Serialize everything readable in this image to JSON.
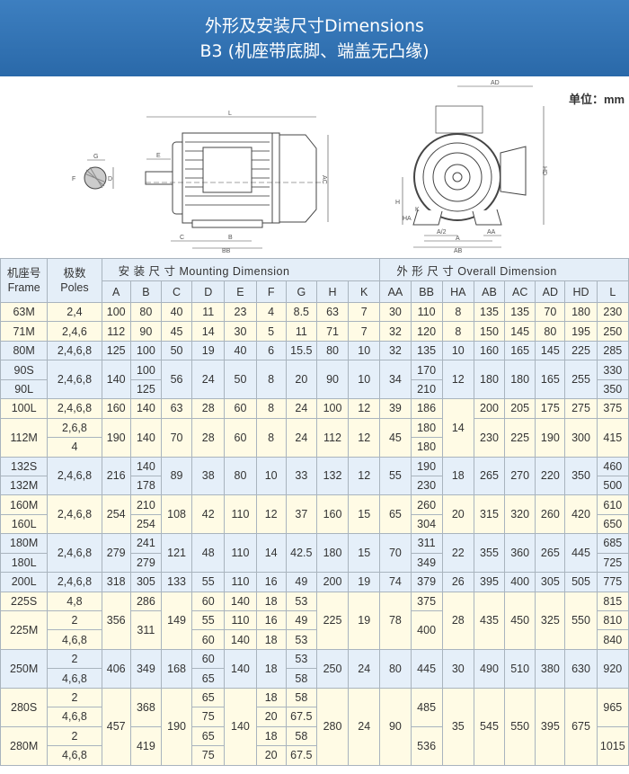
{
  "header": {
    "title_line1": "外形及安装尺寸Dimensions",
    "title_line2": "B3 (机座带底脚、端盖无凸缘)"
  },
  "unit_label": "单位：mm",
  "diagram": {
    "side": {
      "L": "L",
      "E": "E",
      "C": "C",
      "B": "B",
      "BB": "BB",
      "AC": "AC",
      "G": "G",
      "D": "D",
      "F": "F"
    },
    "front": {
      "AD": "AD",
      "HD": "HD",
      "H": "H",
      "HA": "HA",
      "K": "K",
      "A2": "A/2",
      "A": "A",
      "AB": "AB",
      "AA": "AA"
    }
  },
  "table": {
    "frame_cn": "机座号",
    "frame_en": "Frame",
    "poles_cn": "极数",
    "poles_en": "Poles",
    "mounting_label": "安 装 尺 寸 Mounting Dimension",
    "overall_label": "外 形 尺 寸 Overall Dimension",
    "columns": [
      "A",
      "B",
      "C",
      "D",
      "E",
      "F",
      "G",
      "H",
      "K",
      "AA",
      "BB",
      "HA",
      "AB",
      "AC",
      "AD",
      "HD",
      "L"
    ],
    "rows": [
      {
        "band": "y",
        "cells": [
          [
            "63M"
          ],
          [
            "2,4"
          ],
          [
            "100"
          ],
          [
            "80"
          ],
          [
            "40"
          ],
          [
            "11"
          ],
          [
            "23"
          ],
          [
            "4"
          ],
          [
            "8.5"
          ],
          [
            "63"
          ],
          [
            "7"
          ],
          [
            "30"
          ],
          [
            "110"
          ],
          [
            "8"
          ],
          [
            "135"
          ],
          [
            "135"
          ],
          [
            "70"
          ],
          [
            "180"
          ],
          [
            "230"
          ]
        ]
      },
      {
        "band": "y",
        "cells": [
          [
            "71M"
          ],
          [
            "2,4,6"
          ],
          [
            "112"
          ],
          [
            "90"
          ],
          [
            "45"
          ],
          [
            "14"
          ],
          [
            "30"
          ],
          [
            "5"
          ],
          [
            "11"
          ],
          [
            "71"
          ],
          [
            "7"
          ],
          [
            "32"
          ],
          [
            "120"
          ],
          [
            "8"
          ],
          [
            "150"
          ],
          [
            "145"
          ],
          [
            "80"
          ],
          [
            "195"
          ],
          [
            "250"
          ]
        ]
      },
      {
        "band": "b",
        "cells": [
          [
            "80M"
          ],
          [
            "2,4,6,8"
          ],
          [
            "125"
          ],
          [
            "100"
          ],
          [
            "50"
          ],
          [
            "19"
          ],
          [
            "40"
          ],
          [
            "6"
          ],
          [
            "15.5"
          ],
          [
            "80"
          ],
          [
            "10"
          ],
          [
            "32"
          ],
          [
            "135"
          ],
          [
            "10"
          ],
          [
            "160"
          ],
          [
            "165"
          ],
          [
            "145"
          ],
          [
            "225"
          ],
          [
            "285"
          ]
        ]
      },
      {
        "band": "b",
        "cells": [
          [
            "90S"
          ],
          [
            "2,4,6,8",
            2
          ],
          [
            "140",
            2
          ],
          [
            "100"
          ],
          [
            "56",
            2
          ],
          [
            "24",
            2
          ],
          [
            "50",
            2
          ],
          [
            "8",
            2
          ],
          [
            "20",
            2
          ],
          [
            "90",
            2
          ],
          [
            "10",
            2
          ],
          [
            "34",
            2
          ],
          [
            "170"
          ],
          [
            "12",
            2
          ],
          [
            "180",
            2
          ],
          [
            "180",
            2
          ],
          [
            "165",
            2
          ],
          [
            "255",
            2
          ],
          [
            "330"
          ]
        ]
      },
      {
        "band": "b",
        "cells": [
          [
            "90L"
          ],
          [
            "125"
          ],
          [
            "210"
          ],
          [
            "350"
          ]
        ]
      },
      {
        "band": "y",
        "cells": [
          [
            "100L"
          ],
          [
            "2,4,6,8"
          ],
          [
            "160"
          ],
          [
            "140"
          ],
          [
            "63"
          ],
          [
            "28"
          ],
          [
            "60"
          ],
          [
            "8"
          ],
          [
            "24"
          ],
          [
            "100"
          ],
          [
            "12"
          ],
          [
            "39"
          ],
          [
            "186"
          ],
          [
            "14",
            3
          ],
          [
            "200"
          ],
          [
            "205"
          ],
          [
            "175"
          ],
          [
            "275"
          ],
          [
            "375"
          ]
        ]
      },
      {
        "band": "y",
        "cells": [
          [
            "112M",
            2
          ],
          [
            "2,6,8"
          ],
          [
            "190",
            2
          ],
          [
            "140",
            2
          ],
          [
            "70",
            2
          ],
          [
            "28",
            2
          ],
          [
            "60",
            2
          ],
          [
            "8",
            2
          ],
          [
            "24",
            2
          ],
          [
            "112",
            2
          ],
          [
            "12",
            2
          ],
          [
            "45",
            2
          ],
          [
            "180"
          ],
          [
            "230",
            2
          ],
          [
            "225",
            2
          ],
          [
            "190",
            2
          ],
          [
            "300",
            2
          ],
          [
            "415",
            2
          ]
        ]
      },
      {
        "band": "y",
        "cells": [
          [
            "4"
          ],
          [
            "180"
          ]
        ]
      },
      {
        "band": "b",
        "cells": [
          [
            "132S"
          ],
          [
            "2,4,6,8",
            2
          ],
          [
            "216",
            2
          ],
          [
            "140"
          ],
          [
            "89",
            2
          ],
          [
            "38",
            2
          ],
          [
            "80",
            2
          ],
          [
            "10",
            2
          ],
          [
            "33",
            2
          ],
          [
            "132",
            2
          ],
          [
            "12",
            2
          ],
          [
            "55",
            2
          ],
          [
            "190"
          ],
          [
            "18",
            2
          ],
          [
            "265",
            2
          ],
          [
            "270",
            2
          ],
          [
            "220",
            2
          ],
          [
            "350",
            2
          ],
          [
            "460"
          ]
        ]
      },
      {
        "band": "b",
        "cells": [
          [
            "132M"
          ],
          [
            "178"
          ],
          [
            "230"
          ],
          [
            "500"
          ]
        ]
      },
      {
        "band": "y",
        "cells": [
          [
            "160M"
          ],
          [
            "2,4,6,8",
            2
          ],
          [
            "254",
            2
          ],
          [
            "210"
          ],
          [
            "108",
            2
          ],
          [
            "42",
            2
          ],
          [
            "110",
            2
          ],
          [
            "12",
            2
          ],
          [
            "37",
            2
          ],
          [
            "160",
            2
          ],
          [
            "15",
            2
          ],
          [
            "65",
            2
          ],
          [
            "260"
          ],
          [
            "20",
            2
          ],
          [
            "315",
            2
          ],
          [
            "320",
            2
          ],
          [
            "260",
            2
          ],
          [
            "420",
            2
          ],
          [
            "610"
          ]
        ]
      },
      {
        "band": "y",
        "cells": [
          [
            "160L"
          ],
          [
            "254"
          ],
          [
            "304"
          ],
          [
            "650"
          ]
        ]
      },
      {
        "band": "b",
        "cells": [
          [
            "180M"
          ],
          [
            "2,4,6,8",
            2
          ],
          [
            "279",
            2
          ],
          [
            "241"
          ],
          [
            "121",
            2
          ],
          [
            "48",
            2
          ],
          [
            "110",
            2
          ],
          [
            "14",
            2
          ],
          [
            "42.5",
            2
          ],
          [
            "180",
            2
          ],
          [
            "15",
            2
          ],
          [
            "70",
            2
          ],
          [
            "311"
          ],
          [
            "22",
            2
          ],
          [
            "355",
            2
          ],
          [
            "360",
            2
          ],
          [
            "265",
            2
          ],
          [
            "445",
            2
          ],
          [
            "685"
          ]
        ]
      },
      {
        "band": "b",
        "cells": [
          [
            "180L"
          ],
          [
            "279"
          ],
          [
            "349"
          ],
          [
            "725"
          ]
        ]
      },
      {
        "band": "b",
        "cells": [
          [
            "200L"
          ],
          [
            "2,4,6,8"
          ],
          [
            "318"
          ],
          [
            "305"
          ],
          [
            "133"
          ],
          [
            "55"
          ],
          [
            "110"
          ],
          [
            "16"
          ],
          [
            "49"
          ],
          [
            "200"
          ],
          [
            "19"
          ],
          [
            "74"
          ],
          [
            "379"
          ],
          [
            "26"
          ],
          [
            "395"
          ],
          [
            "400"
          ],
          [
            "305"
          ],
          [
            "505"
          ],
          [
            "775"
          ]
        ]
      },
      {
        "band": "y",
        "cells": [
          [
            "225S"
          ],
          [
            "4,8"
          ],
          [
            "356",
            3
          ],
          [
            "286"
          ],
          [
            "149",
            3
          ],
          [
            "60"
          ],
          [
            "140"
          ],
          [
            "18"
          ],
          [
            "53"
          ],
          [
            "225",
            3
          ],
          [
            "19",
            3
          ],
          [
            "78",
            3
          ],
          [
            "375"
          ],
          [
            "28",
            3
          ],
          [
            "435",
            3
          ],
          [
            "450",
            3
          ],
          [
            "325",
            3
          ],
          [
            "550",
            3
          ],
          [
            "815"
          ]
        ]
      },
      {
        "band": "y",
        "cells": [
          [
            "225M",
            2
          ],
          [
            "2"
          ],
          [
            "311",
            2
          ],
          [
            "55"
          ],
          [
            "110"
          ],
          [
            "16"
          ],
          [
            "49"
          ],
          [
            "400",
            2
          ],
          [
            "810"
          ]
        ]
      },
      {
        "band": "y",
        "cells": [
          [
            "4,6,8"
          ],
          [
            "60"
          ],
          [
            "140"
          ],
          [
            "18"
          ],
          [
            "53"
          ],
          [
            "840"
          ]
        ]
      },
      {
        "band": "b",
        "cells": [
          [
            "250M",
            2
          ],
          [
            "2"
          ],
          [
            "406",
            2
          ],
          [
            "349",
            2
          ],
          [
            "168",
            2
          ],
          [
            "60"
          ],
          [
            "140",
            2
          ],
          [
            "18",
            2
          ],
          [
            "53"
          ],
          [
            "250",
            2
          ],
          [
            "24",
            2
          ],
          [
            "80",
            2
          ],
          [
            "445",
            2
          ],
          [
            "30",
            2
          ],
          [
            "490",
            2
          ],
          [
            "510",
            2
          ],
          [
            "380",
            2
          ],
          [
            "630",
            2
          ],
          [
            "920",
            2
          ]
        ]
      },
      {
        "band": "b",
        "cells": [
          [
            "4,6,8"
          ],
          [
            "65"
          ],
          [
            "58"
          ]
        ]
      },
      {
        "band": "y",
        "cells": [
          [
            "280S",
            2
          ],
          [
            "2"
          ],
          [
            "457",
            4
          ],
          [
            "368",
            2
          ],
          [
            "190",
            4
          ],
          [
            "65"
          ],
          [
            "140",
            4
          ],
          [
            "18"
          ],
          [
            "58"
          ],
          [
            "280",
            4
          ],
          [
            "24",
            4
          ],
          [
            "90",
            4
          ],
          [
            "485",
            2
          ],
          [
            "35",
            4
          ],
          [
            "545",
            4
          ],
          [
            "550",
            4
          ],
          [
            "395",
            4
          ],
          [
            "675",
            4
          ],
          [
            "965",
            2
          ]
        ]
      },
      {
        "band": "y",
        "cells": [
          [
            "4,6,8"
          ],
          [
            "75"
          ],
          [
            "20"
          ],
          [
            "67.5"
          ]
        ]
      },
      {
        "band": "y",
        "cells": [
          [
            "280M",
            2
          ],
          [
            "2"
          ],
          [
            "419",
            2
          ],
          [
            "65"
          ],
          [
            "18"
          ],
          [
            "58"
          ],
          [
            "536",
            2
          ],
          [
            "1015",
            2
          ]
        ]
      },
      {
        "band": "y",
        "cells": [
          [
            "4,6,8"
          ],
          [
            "75"
          ],
          [
            "20"
          ],
          [
            "67.5"
          ]
        ]
      }
    ]
  }
}
